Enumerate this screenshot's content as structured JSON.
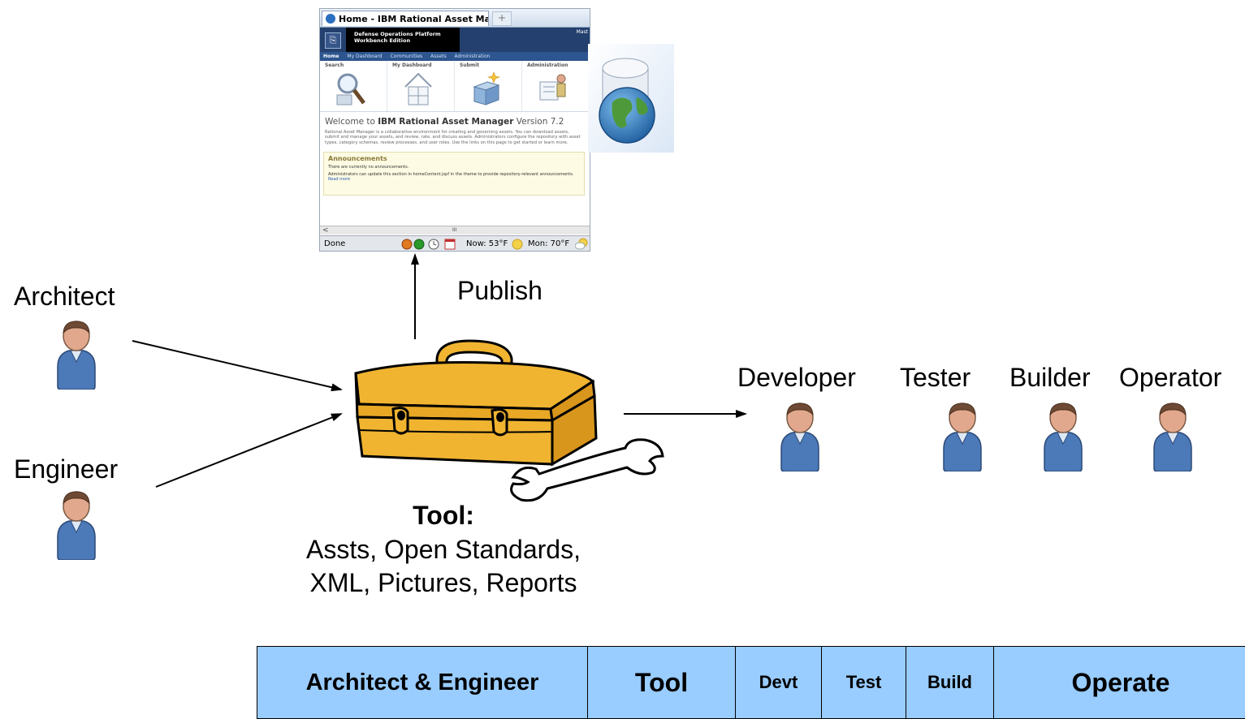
{
  "browser": {
    "tab_title": "Home - IBM Rational Asset Man...",
    "new_tab": "+",
    "brand_line1": "Defense Operations Platform",
    "brand_line2": "Workbench Edition",
    "masthead_right": "Mast",
    "nav": [
      "Home",
      "My Dashboard",
      "Communities",
      "Assets",
      "Administration"
    ],
    "quick_links": [
      "Search",
      "My Dashboard",
      "Submit",
      "Administration"
    ],
    "welcome_prefix": "Welcome to ",
    "welcome_product": "IBM Rational Asset Manager",
    "welcome_suffix": " Version 7.2",
    "welcome_text": "Rational Asset Manager is a collaborative environment for creating and governing assets. You can download assets, submit and manage your assets, and review, rate, and discuss assets. Administrators configure the repository with asset types, category schemas, review processes, and user roles. Use the links on this page to get started or learn more.",
    "announcements_title": "Announcements",
    "announcements_line1": "There are currently no announcements.",
    "announcements_line2": "Administrators can update this section in homeContent.jspf in the theme to provide repository-relevant announcements.",
    "announcements_link": "Read more",
    "scroll_left": "<",
    "scroll_mid": "III",
    "status_done": "Done",
    "status_now": "Now: 53°F",
    "status_mon": "Mon: 70°F"
  },
  "diagram": {
    "publish_label": "Publish",
    "roles_left": [
      "Architect",
      "Engineer"
    ],
    "roles_right": [
      "Developer",
      "Tester",
      "Builder",
      "Operator"
    ],
    "tool_title": "Tool:",
    "tool_line1": "Assts, Open Standards,",
    "tool_line2": "XML, Pictures, Reports"
  },
  "timeline": {
    "phases": [
      "Architect & Engineer",
      "Tool",
      "Devt",
      "Test",
      "Build",
      "Operate"
    ],
    "color": "#99ccff"
  },
  "colors": {
    "toolbox": "#f0b431",
    "person_shirt": "#4c79b8",
    "person_skin": "#e2a88d"
  }
}
